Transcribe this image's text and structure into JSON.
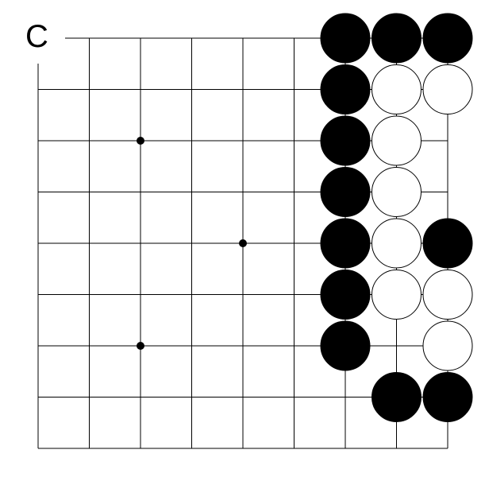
{
  "diagram_label": "C",
  "colors": {
    "background": "#ffffff",
    "grid_line": "#000000",
    "black_stone": "#000000",
    "white_stone_fill": "#ffffff",
    "white_stone_outline": "#000000",
    "star_point": "#000000"
  },
  "board": {
    "columns": 9,
    "rows": 9,
    "star_points": [
      {
        "col": 2,
        "row": 2
      },
      {
        "col": 4,
        "row": 4
      },
      {
        "col": 2,
        "row": 6
      }
    ],
    "stones": [
      {
        "color": "black",
        "col": 6,
        "row": 0
      },
      {
        "color": "black",
        "col": 7,
        "row": 0
      },
      {
        "color": "black",
        "col": 8,
        "row": 0
      },
      {
        "color": "black",
        "col": 6,
        "row": 1
      },
      {
        "color": "white",
        "col": 7,
        "row": 1
      },
      {
        "color": "white",
        "col": 8,
        "row": 1
      },
      {
        "color": "black",
        "col": 6,
        "row": 2
      },
      {
        "color": "white",
        "col": 7,
        "row": 2
      },
      {
        "color": "black",
        "col": 6,
        "row": 3
      },
      {
        "color": "white",
        "col": 7,
        "row": 3
      },
      {
        "color": "black",
        "col": 6,
        "row": 4
      },
      {
        "color": "white",
        "col": 7,
        "row": 4
      },
      {
        "color": "black",
        "col": 8,
        "row": 4
      },
      {
        "color": "black",
        "col": 6,
        "row": 5
      },
      {
        "color": "white",
        "col": 7,
        "row": 5
      },
      {
        "color": "white",
        "col": 8,
        "row": 5
      },
      {
        "color": "black",
        "col": 6,
        "row": 6
      },
      {
        "color": "white",
        "col": 8,
        "row": 6
      },
      {
        "color": "black",
        "col": 7,
        "row": 7
      },
      {
        "color": "black",
        "col": 8,
        "row": 7
      }
    ]
  }
}
